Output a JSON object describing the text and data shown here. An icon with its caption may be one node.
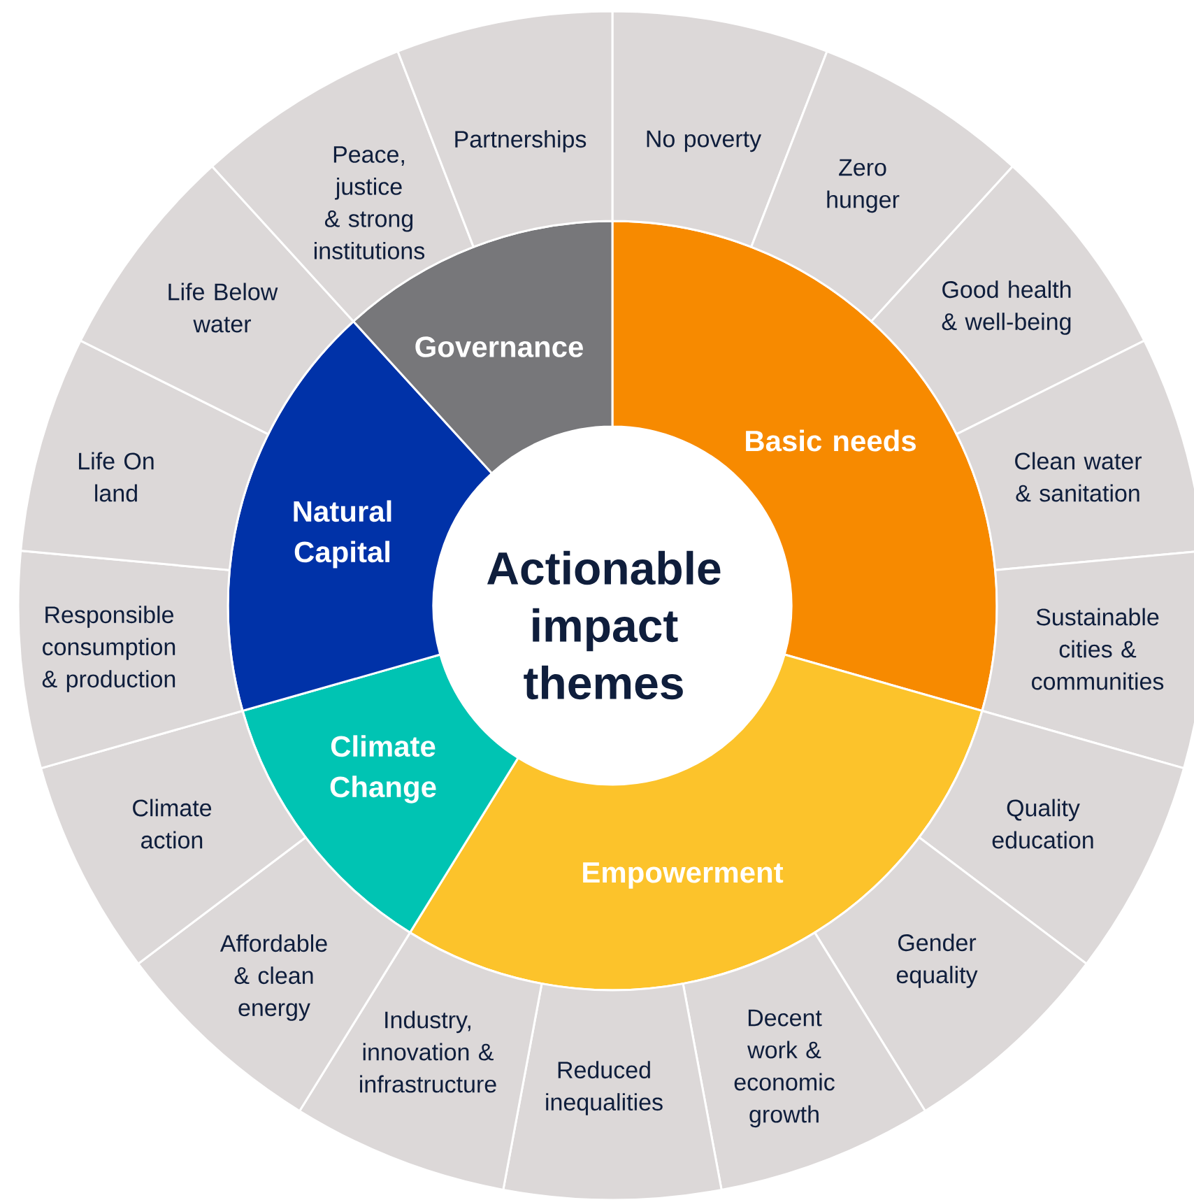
{
  "diagram": {
    "nodes": [
      {
        "text": [
          "Actionable impact themes"
        ]
      },
      {
        "text": [
          "Basic needs"
        ]
      },
      {
        "text": [
          "Empowerment"
        ]
      },
      {
        "text": [
          "Climate Change"
        ]
      },
      {
        "text": [
          "Natural Capital"
        ]
      },
      {
        "text": [
          "Governance"
        ]
      },
      {
        "text": [
          "No poverty"
        ]
      },
      {
        "text": [
          "Zero hunger"
        ]
      },
      {
        "text": [
          "Good health & well-being"
        ]
      },
      {
        "text": [
          "Clean water & sanitation"
        ]
      },
      {
        "text": [
          "Sustainable cities & communities"
        ]
      },
      {
        "text": [
          "Quality education"
        ]
      },
      {
        "text": [
          "Gender equality"
        ]
      },
      {
        "text": [
          "Decent work & economic growth"
        ]
      },
      {
        "text": [
          "Reduced inequalities"
        ]
      },
      {
        "text": [
          "Industry, innovation & infrastructure"
        ]
      },
      {
        "text": [
          "Affordable & clean energy"
        ]
      },
      {
        "text": [
          "Climate action"
        ]
      },
      {
        "text": [
          "Responsible consumption & production"
        ]
      },
      {
        "text": [
          "Life On land"
        ]
      },
      {
        "text": [
          "Life Below water"
        ]
      },
      {
        "text": [
          "Peace, justice & strong institutions"
        ]
      },
      {
        "text": [
          "Partnerships"
        ]
      }
    ]
  }
}
